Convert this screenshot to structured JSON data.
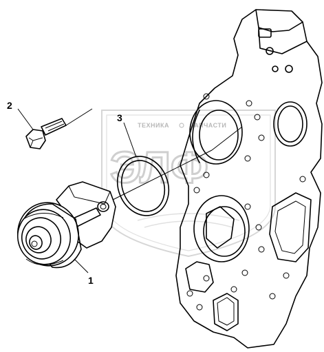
{
  "callouts": [
    {
      "id": "1",
      "label": "1"
    },
    {
      "id": "2",
      "label": "2"
    },
    {
      "id": "3",
      "label": "3"
    }
  ],
  "watermark": {
    "text_left": "ТЕХНИКА",
    "text_right": "ЗАПЧАСТИ",
    "letters": "ЭЛФ"
  },
  "colors": {
    "line": "#000000",
    "watermark": "#c8c8c8",
    "background": "#ffffff"
  }
}
